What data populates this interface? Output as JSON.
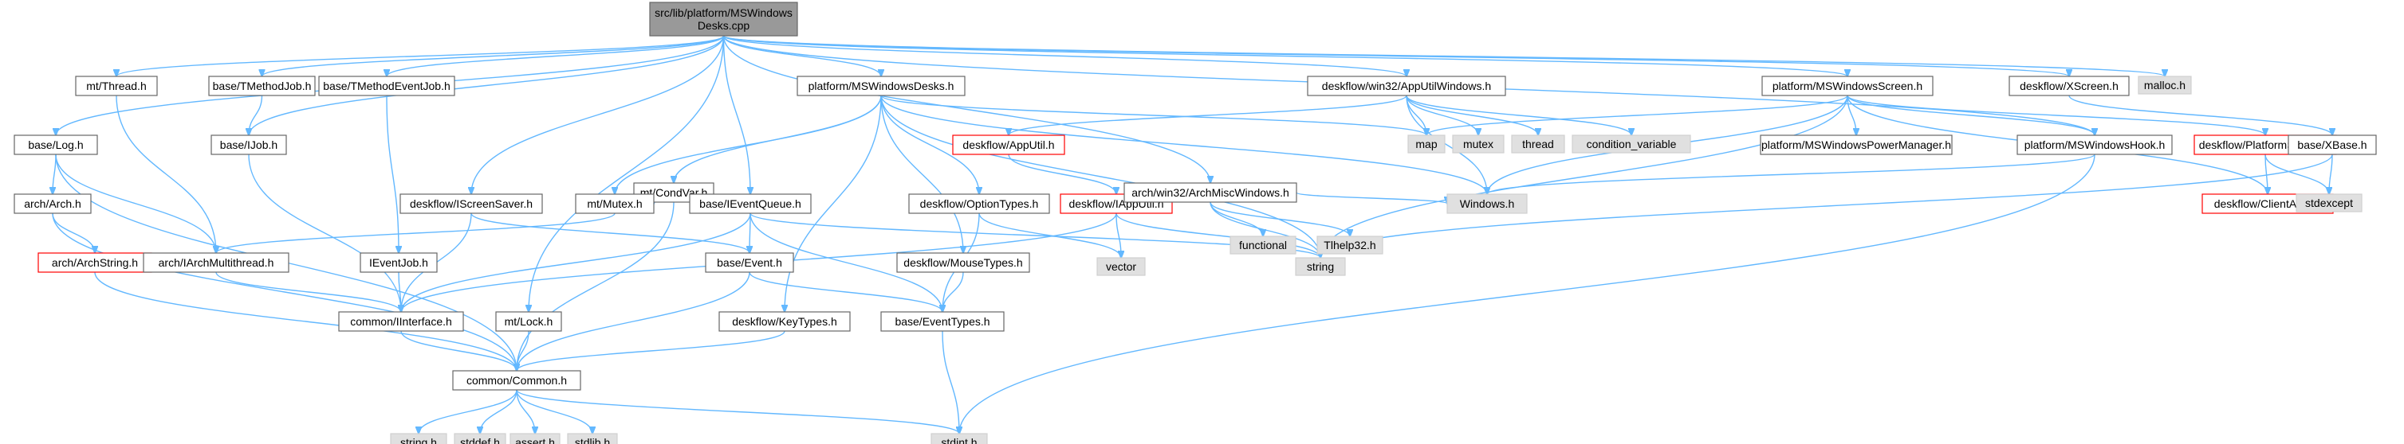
{
  "colors": {
    "edge": "#63b8ff",
    "node_border": "#666666",
    "external_fill": "#e0e0e0",
    "missing_border": "#ff0000",
    "root_fill": "#999999"
  },
  "nodes": [
    {
      "id": "root",
      "lines": [
        "src/lib/platform/MSWindows",
        "Desks.cpp"
      ],
      "kind": "root"
    },
    {
      "id": "log",
      "lines": [
        "base/Log.h"
      ],
      "kind": "normal"
    },
    {
      "id": "thread",
      "lines": [
        "mt/Thread.h"
      ],
      "kind": "normal"
    },
    {
      "id": "tmethodjob",
      "lines": [
        "base/TMethodJob.h"
      ],
      "kind": "normal"
    },
    {
      "id": "tmethodeventjob",
      "lines": [
        "base/TMethodEventJob.h"
      ],
      "kind": "normal"
    },
    {
      "id": "ijob",
      "lines": [
        "base/IJob.h"
      ],
      "kind": "normal"
    },
    {
      "id": "arch",
      "lines": [
        "arch/Arch.h"
      ],
      "kind": "normal"
    },
    {
      "id": "archstring",
      "lines": [
        "arch/ArchString.h"
      ],
      "kind": "red"
    },
    {
      "id": "iarchmultithread",
      "lines": [
        "arch/IArchMultithread.h"
      ],
      "kind": "normal"
    },
    {
      "id": "ieventjob",
      "lines": [
        "IEventJob.h"
      ],
      "kind": "normal"
    },
    {
      "id": "iinterface",
      "lines": [
        "common/IInterface.h"
      ],
      "kind": "normal"
    },
    {
      "id": "iscreensaver",
      "lines": [
        "deskflow/IScreenSaver.h"
      ],
      "kind": "normal"
    },
    {
      "id": "mtlock",
      "lines": [
        "mt/Lock.h"
      ],
      "kind": "normal"
    },
    {
      "id": "common",
      "lines": [
        "common/Common.h"
      ],
      "kind": "normal"
    },
    {
      "id": "string_h",
      "lines": [
        "string.h"
      ],
      "kind": "gray"
    },
    {
      "id": "stddef",
      "lines": [
        "stddef.h"
      ],
      "kind": "gray"
    },
    {
      "id": "assert",
      "lines": [
        "assert.h"
      ],
      "kind": "gray"
    },
    {
      "id": "stdlib",
      "lines": [
        "stdlib.h"
      ],
      "kind": "gray"
    },
    {
      "id": "stdint",
      "lines": [
        "stdint.h"
      ],
      "kind": "gray"
    },
    {
      "id": "pmsdesks",
      "lines": [
        "platform/MSWindowsDesks.h"
      ],
      "kind": "normal"
    },
    {
      "id": "condvar",
      "lines": [
        "mt/CondVar.h"
      ],
      "kind": "normal"
    },
    {
      "id": "mutex",
      "lines": [
        "mt/Mutex.h"
      ],
      "kind": "normal"
    },
    {
      "id": "ieventqueue",
      "lines": [
        "base/IEventQueue.h"
      ],
      "kind": "normal"
    },
    {
      "id": "event",
      "lines": [
        "base/Event.h"
      ],
      "kind": "normal"
    },
    {
      "id": "keytypes",
      "lines": [
        "deskflow/KeyTypes.h"
      ],
      "kind": "normal"
    },
    {
      "id": "eventtypes",
      "lines": [
        "base/EventTypes.h"
      ],
      "kind": "normal"
    },
    {
      "id": "optiontypes",
      "lines": [
        "deskflow/OptionTypes.h"
      ],
      "kind": "normal"
    },
    {
      "id": "mousetypes",
      "lines": [
        "deskflow/MouseTypes.h"
      ],
      "kind": "normal"
    },
    {
      "id": "apputil",
      "lines": [
        "deskflow/AppUtil.h"
      ],
      "kind": "red"
    },
    {
      "id": "iapputil",
      "lines": [
        "deskflow/IAppUtil.h"
      ],
      "kind": "red"
    },
    {
      "id": "vector",
      "lines": [
        "vector"
      ],
      "kind": "gray"
    },
    {
      "id": "string",
      "lines": [
        "string"
      ],
      "kind": "gray"
    },
    {
      "id": "archmisc",
      "lines": [
        "arch/win32/ArchMiscWindows.h"
      ],
      "kind": "normal"
    },
    {
      "id": "functional",
      "lines": [
        "functional"
      ],
      "kind": "gray"
    },
    {
      "id": "tlhelp32",
      "lines": [
        "Tlhelp32.h"
      ],
      "kind": "gray"
    },
    {
      "id": "apputilwin",
      "lines": [
        "deskflow/win32/AppUtilWindows.h"
      ],
      "kind": "normal"
    },
    {
      "id": "map",
      "lines": [
        "map"
      ],
      "kind": "gray"
    },
    {
      "id": "mutexstd",
      "lines": [
        "mutex"
      ],
      "kind": "gray"
    },
    {
      "id": "threadstd",
      "lines": [
        "thread"
      ],
      "kind": "gray"
    },
    {
      "id": "condvarstd",
      "lines": [
        "condition_variable"
      ],
      "kind": "gray"
    },
    {
      "id": "windows",
      "lines": [
        "Windows.h"
      ],
      "kind": "gray"
    },
    {
      "id": "pmsscreen",
      "lines": [
        "platform/MSWindowsScreen.h"
      ],
      "kind": "normal"
    },
    {
      "id": "pmspower",
      "lines": [
        "platform/MSWindowsPowerManager.h"
      ],
      "kind": "normal"
    },
    {
      "id": "pmshook",
      "lines": [
        "platform/MSWindowsHook.h"
      ],
      "kind": "normal"
    },
    {
      "id": "platformscreen",
      "lines": [
        "deskflow/PlatformScreen.h"
      ],
      "kind": "red"
    },
    {
      "id": "clientargs",
      "lines": [
        "deskflow/ClientArgs.h"
      ],
      "kind": "red"
    },
    {
      "id": "xscreen",
      "lines": [
        "deskflow/XScreen.h"
      ],
      "kind": "normal"
    },
    {
      "id": "malloc",
      "lines": [
        "malloc.h"
      ],
      "kind": "gray"
    },
    {
      "id": "xbase",
      "lines": [
        "base/XBase.h"
      ],
      "kind": "normal"
    },
    {
      "id": "stdexcept",
      "lines": [
        "stdexcept"
      ],
      "kind": "gray"
    }
  ],
  "edges": [
    [
      "root",
      "log"
    ],
    [
      "root",
      "thread"
    ],
    [
      "root",
      "tmethodjob"
    ],
    [
      "root",
      "tmethodeventjob"
    ],
    [
      "root",
      "ijob"
    ],
    [
      "root",
      "iscreensaver"
    ],
    [
      "root",
      "mtlock"
    ],
    [
      "root",
      "pmsdesks"
    ],
    [
      "root",
      "ieventqueue"
    ],
    [
      "root",
      "archmisc"
    ],
    [
      "root",
      "apputilwin"
    ],
    [
      "root",
      "pmsscreen"
    ],
    [
      "root",
      "pmshook"
    ],
    [
      "root",
      "xscreen"
    ],
    [
      "root",
      "malloc"
    ],
    [
      "log",
      "arch"
    ],
    [
      "log",
      "iarchmultithread"
    ],
    [
      "log",
      "common"
    ],
    [
      "arch",
      "archstring"
    ],
    [
      "arch",
      "common"
    ],
    [
      "archstring",
      "common"
    ],
    [
      "thread",
      "iarchmultithread"
    ],
    [
      "iarchmultithread",
      "iinterface"
    ],
    [
      "tmethodjob",
      "ijob"
    ],
    [
      "ijob",
      "iinterface"
    ],
    [
      "tmethodeventjob",
      "ieventjob"
    ],
    [
      "ieventjob",
      "iinterface"
    ],
    [
      "iinterface",
      "common"
    ],
    [
      "iscreensaver",
      "event"
    ],
    [
      "iscreensaver",
      "iinterface"
    ],
    [
      "mtlock",
      "common"
    ],
    [
      "common",
      "string_h"
    ],
    [
      "common",
      "stddef"
    ],
    [
      "common",
      "assert"
    ],
    [
      "common",
      "stdlib"
    ],
    [
      "common",
      "stdint"
    ],
    [
      "pmsdesks",
      "condvar"
    ],
    [
      "pmsdesks",
      "mutex"
    ],
    [
      "pmsdesks",
      "keytypes"
    ],
    [
      "pmsdesks",
      "mousetypes"
    ],
    [
      "pmsdesks",
      "optiontypes"
    ],
    [
      "pmsdesks",
      "string"
    ],
    [
      "pmsdesks",
      "map"
    ],
    [
      "pmsdesks",
      "windows"
    ],
    [
      "condvar",
      "mutex"
    ],
    [
      "condvar",
      "common"
    ],
    [
      "mutex",
      "iarchmultithread"
    ],
    [
      "ieventqueue",
      "event"
    ],
    [
      "ieventqueue",
      "eventtypes"
    ],
    [
      "ieventqueue",
      "iinterface"
    ],
    [
      "ieventqueue",
      "string"
    ],
    [
      "event",
      "eventtypes"
    ],
    [
      "event",
      "common"
    ],
    [
      "keytypes",
      "common"
    ],
    [
      "eventtypes",
      "stdint"
    ],
    [
      "optiontypes",
      "eventtypes"
    ],
    [
      "optiontypes",
      "vector"
    ],
    [
      "mousetypes",
      "eventtypes"
    ],
    [
      "apputil",
      "iapputil"
    ],
    [
      "iapputil",
      "iinterface"
    ],
    [
      "iapputil",
      "vector"
    ],
    [
      "iapputil",
      "string"
    ],
    [
      "archmisc",
      "functional"
    ],
    [
      "archmisc",
      "tlhelp32"
    ],
    [
      "archmisc",
      "windows"
    ],
    [
      "archmisc",
      "string"
    ],
    [
      "apputilwin",
      "apputil"
    ],
    [
      "apputilwin",
      "map"
    ],
    [
      "apputilwin",
      "mutexstd"
    ],
    [
      "apputilwin",
      "threadstd"
    ],
    [
      "apputilwin",
      "condvarstd"
    ],
    [
      "apputilwin",
      "windows"
    ],
    [
      "pmsscreen",
      "pmspower"
    ],
    [
      "pmsscreen",
      "pmshook"
    ],
    [
      "pmsscreen",
      "platformscreen"
    ],
    [
      "pmsscreen",
      "clientargs"
    ],
    [
      "pmsscreen",
      "map"
    ],
    [
      "pmsscreen",
      "windows"
    ],
    [
      "pmsscreen",
      "string"
    ],
    [
      "pmshook",
      "windows"
    ],
    [
      "pmshook",
      "stdint"
    ],
    [
      "platformscreen",
      "clientargs"
    ],
    [
      "platformscreen",
      "stdexcept"
    ],
    [
      "xscreen",
      "xbase"
    ],
    [
      "xbase",
      "stdexcept"
    ],
    [
      "xbase",
      "string"
    ]
  ]
}
